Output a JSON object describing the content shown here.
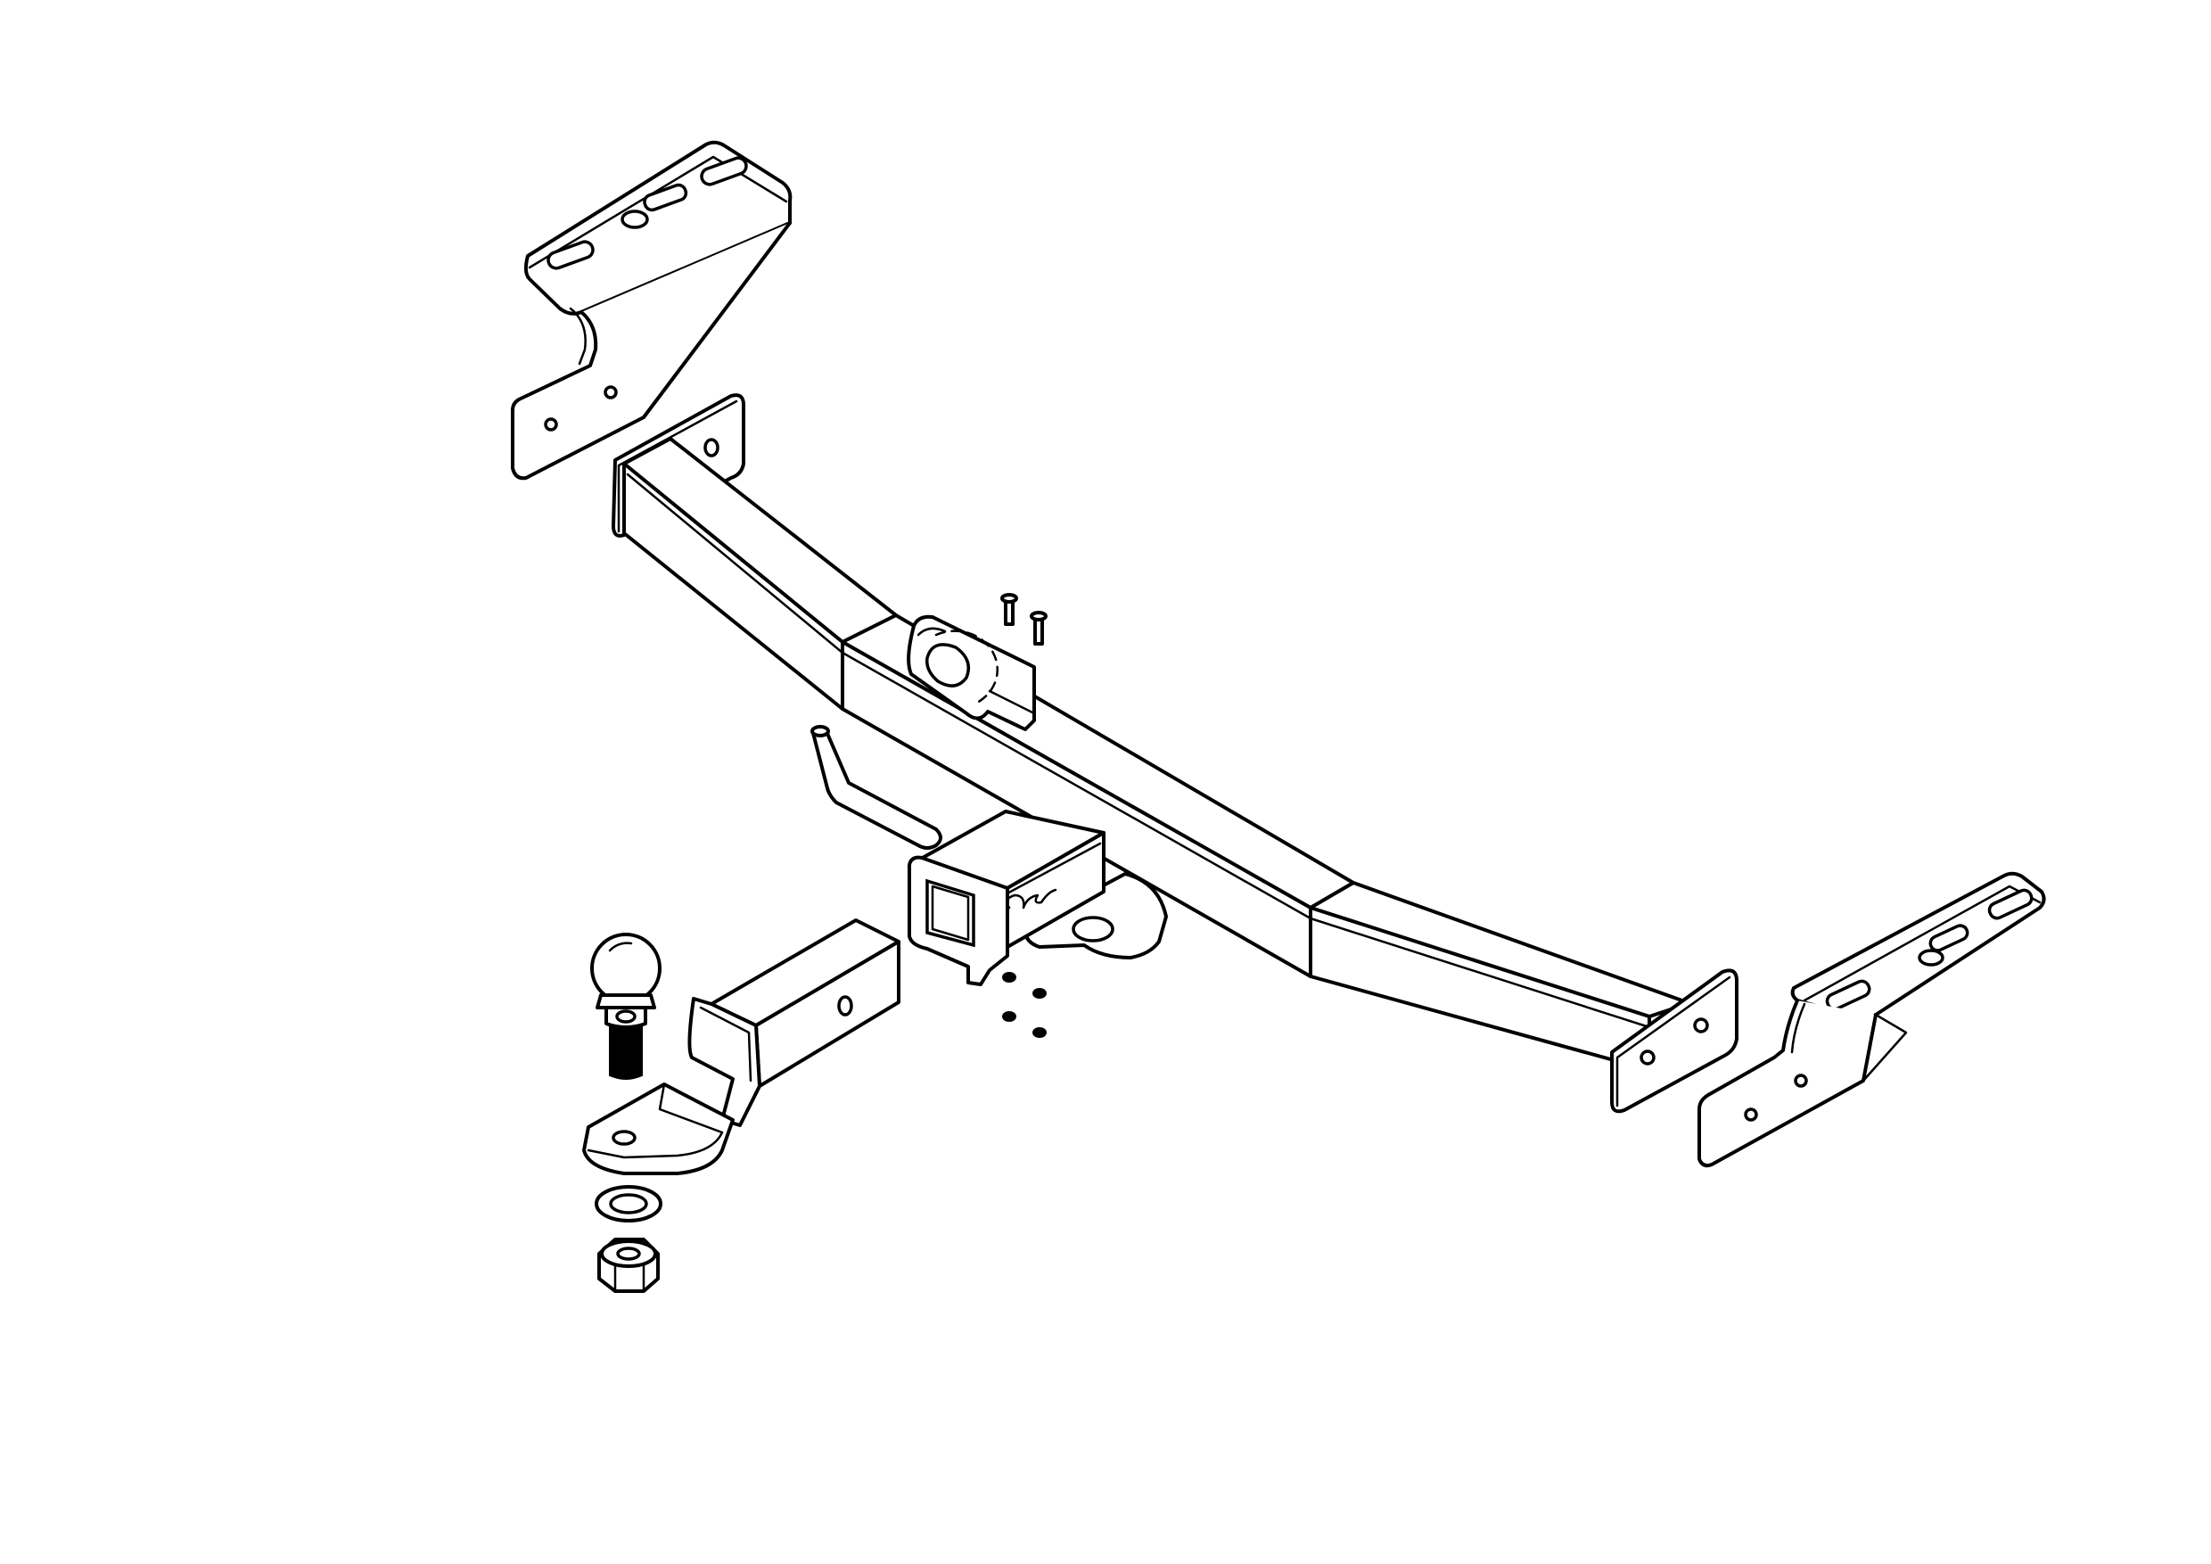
{
  "drawing": {
    "kind": "exploded technical line drawing",
    "colors": {
      "line": "#000000",
      "background": "#ffffff"
    },
    "components": [
      {
        "id": "left-mounting-bracket"
      },
      {
        "id": "right-mounting-bracket"
      },
      {
        "id": "main-crossbar"
      },
      {
        "id": "electrical-socket-plate"
      },
      {
        "id": "socket-screw",
        "count": 2
      },
      {
        "id": "receiver-hitch"
      },
      {
        "id": "retaining-pin"
      },
      {
        "id": "drawbar-ball-mount"
      },
      {
        "id": "tow-ball"
      },
      {
        "id": "spring-washer"
      },
      {
        "id": "hex-nut"
      },
      {
        "id": "small-nut",
        "count": 4
      }
    ]
  }
}
